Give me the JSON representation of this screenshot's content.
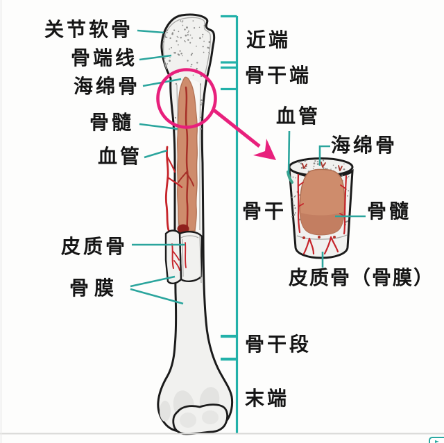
{
  "labels": {
    "articular_cartilage": "关节软骨",
    "epiphyseal_line": "骨端线",
    "spongy_bone": "海绵骨",
    "bone_marrow": "骨髓",
    "blood_vessel": "血管",
    "cortical_bone": "皮质骨",
    "periosteum": "骨膜",
    "proximal_end": "近端",
    "metaphysis": "骨干端",
    "diaphysis_segment": "骨干段",
    "distal_end": "末端",
    "inset_blood_vessel": "血管",
    "inset_spongy_bone": "海绵骨",
    "diaphysis": "骨干",
    "inset_bone_marrow": "骨髓",
    "cortical_bone_periosteum": "皮质骨（骨膜）"
  },
  "colors": {
    "teal": "#22b1a9",
    "leader": "#2ba59d",
    "magenta": "#e8207c",
    "ink": "#1b1b1b",
    "bone_fill": "#f1f1ef",
    "marrow": "#ce8c6c",
    "marrow_dark": "#c17b5f",
    "vessel": "#c6242a",
    "stipple": "#8b8b89",
    "divider": "#d8d8d6"
  }
}
